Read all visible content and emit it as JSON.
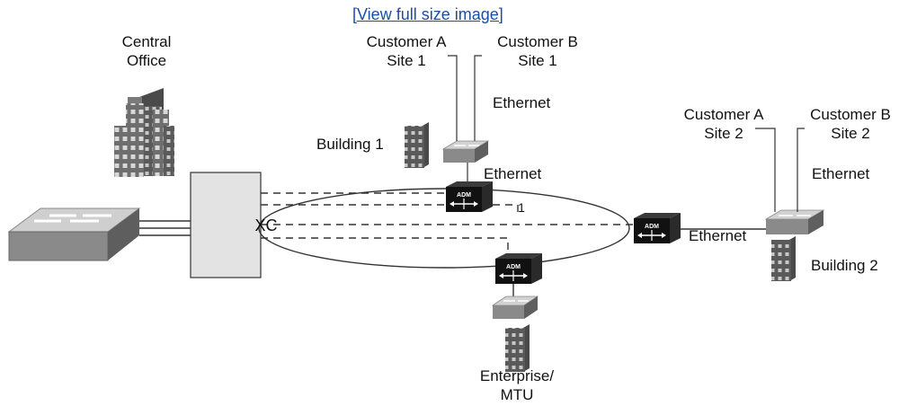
{
  "link": {
    "view_full_size": "[View full size image]"
  },
  "labels": {
    "central_office": "Central\nOffice",
    "customer_a_site1": "Customer A\nSite 1",
    "customer_b_site1": "Customer B\nSite 1",
    "ethernet_top": "Ethernet",
    "building1": "Building 1",
    "ethernet_mid": "Ethernet",
    "xc": "XC",
    "adm": "ADM",
    "one": "1",
    "ethernet_right": "Ethernet",
    "customer_a_site2": "Customer A\nSite 2",
    "customer_b_site2": "Customer B\nSite 2",
    "ethernet_site2": "Ethernet",
    "building2": "Building 2",
    "enterprise_mtu": "Enterprise/\nMTU"
  }
}
